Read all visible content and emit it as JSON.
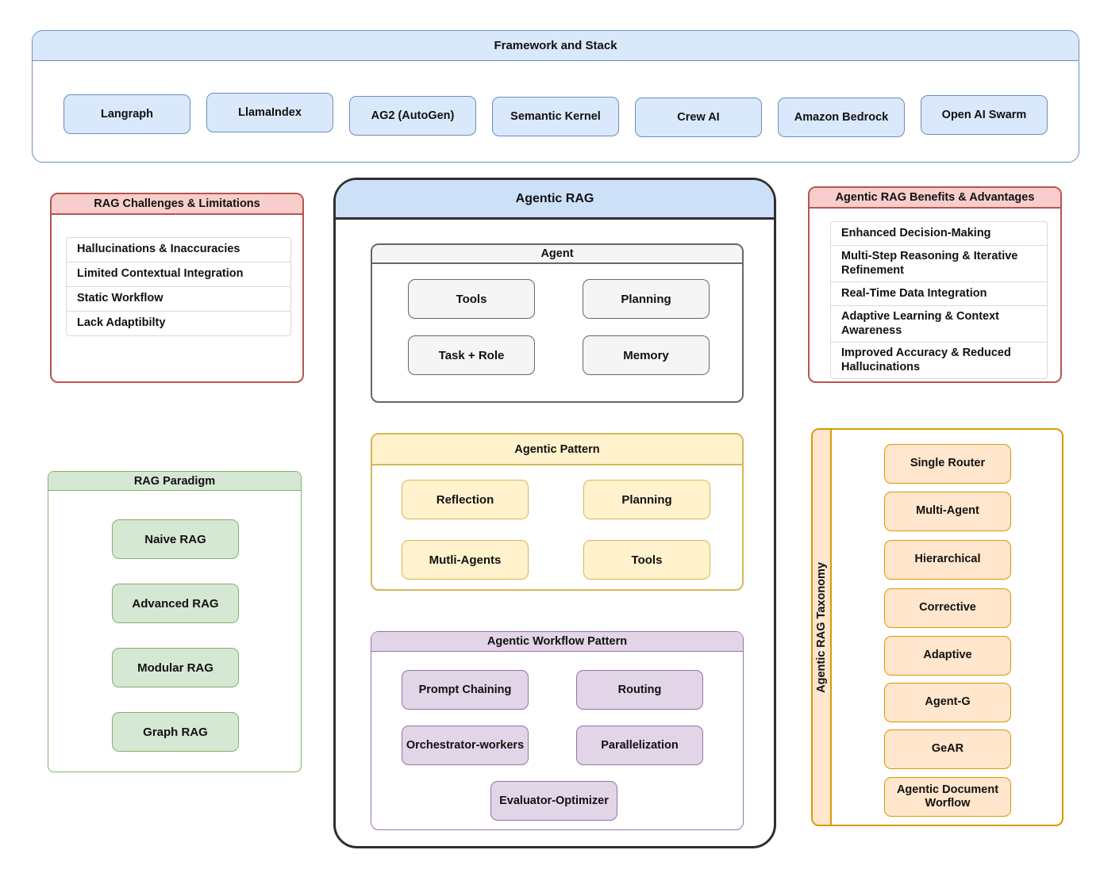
{
  "framework": {
    "title": "Framework and Stack",
    "items": [
      "Langraph",
      "LlamaIndex",
      "AG2 (AutoGen)",
      "Semantic Kernel",
      "Crew AI",
      "Amazon Bedrock",
      "Open AI Swarm"
    ]
  },
  "challenges": {
    "title": "RAG Challenges & Limitations",
    "items": [
      "Hallucinations & Inaccuracies",
      "Limited Contextual Integration",
      "Static Workflow",
      "Lack Adaptibilty"
    ]
  },
  "benefits": {
    "title": "Agentic RAG Benefits & Advantages",
    "items": [
      "Enhanced Decision-Making",
      "Multi-Step Reasoning & Iterative Refinement",
      "Real-Time Data Integration",
      "Adaptive Learning & Context Awareness",
      "Improved Accuracy & Reduced Hallucinations"
    ]
  },
  "paradigm": {
    "title": "RAG Paradigm",
    "items": [
      "Naive RAG",
      "Advanced RAG",
      "Modular RAG",
      "Graph RAG"
    ]
  },
  "agentic_rag": {
    "title": "Agentic RAG",
    "agent": {
      "title": "Agent",
      "items": [
        "Tools",
        "Planning",
        "Task + Role",
        "Memory"
      ]
    },
    "pattern": {
      "title": "Agentic Pattern",
      "items": [
        "Reflection",
        "Planning",
        "Mutli-Agents",
        "Tools"
      ]
    },
    "workflow": {
      "title": "Agentic Workflow Pattern",
      "items": [
        "Prompt Chaining",
        "Routing",
        "Orchestrator-workers",
        "Parallelization",
        "Evaluator-Optimizer"
      ]
    }
  },
  "taxonomy": {
    "title": "Agentic RAG Taxonomy",
    "items": [
      "Single Router",
      "Multi-Agent",
      "Hierarchical",
      "Corrective",
      "Adaptive",
      "Agent-G",
      "GeAR",
      "Agentic Document Worflow"
    ]
  },
  "colors": {
    "blue_fill": "#dae8fc",
    "blue_stroke": "#6c8ebf",
    "red_fill": "#f8cecc",
    "red_stroke": "#b85450",
    "green_fill": "#d5e8d4",
    "green_stroke": "#82b366",
    "yellow_fill": "#fff2cc",
    "yellow_stroke": "#d6b656",
    "purple_fill": "#e1d5e7",
    "purple_stroke": "#9673a6",
    "orange_fill": "#ffe6cc",
    "orange_stroke": "#d79b00",
    "gray_fill": "#f5f5f5",
    "gray_stroke": "#666666",
    "main_border": "#2f2f2f"
  }
}
